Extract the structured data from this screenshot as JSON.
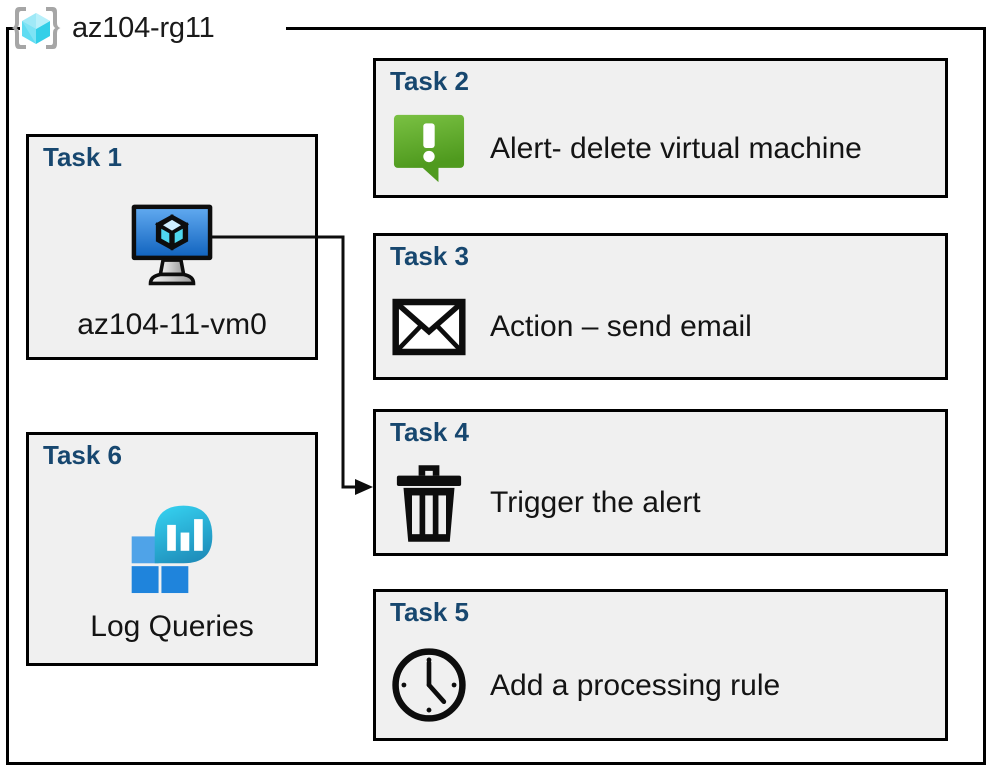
{
  "diagram": {
    "resource_group": {
      "name": "az104-rg11",
      "icon": "azure-resource-group-cube-icon"
    },
    "border_color": "#000000",
    "card_fill": "#f0f0f0",
    "title_color": "#17476f",
    "text_color": "#141414"
  },
  "cards": {
    "task1": {
      "title": "Task 1",
      "label": "az104-11-vm0",
      "icon": "virtual-machine-monitor-icon"
    },
    "task2": {
      "title": "Task 2",
      "label": "Alert- delete virtual machine",
      "icon": "alert-green-speech-bubble-icon"
    },
    "task3": {
      "title": "Task 3",
      "label": "Action – send email",
      "icon": "envelope-icon"
    },
    "task4": {
      "title": "Task 4",
      "label": "Trigger the alert",
      "icon": "trash-can-icon"
    },
    "task5": {
      "title": "Task 5",
      "label": "Add a processing rule",
      "icon": "clock-icon"
    },
    "task6": {
      "title": "Task 6",
      "label": "Log Queries",
      "icon": "log-analytics-icon"
    }
  },
  "connector": {
    "from": "task1",
    "to": "task4",
    "arrowhead": "filled-triangle"
  }
}
